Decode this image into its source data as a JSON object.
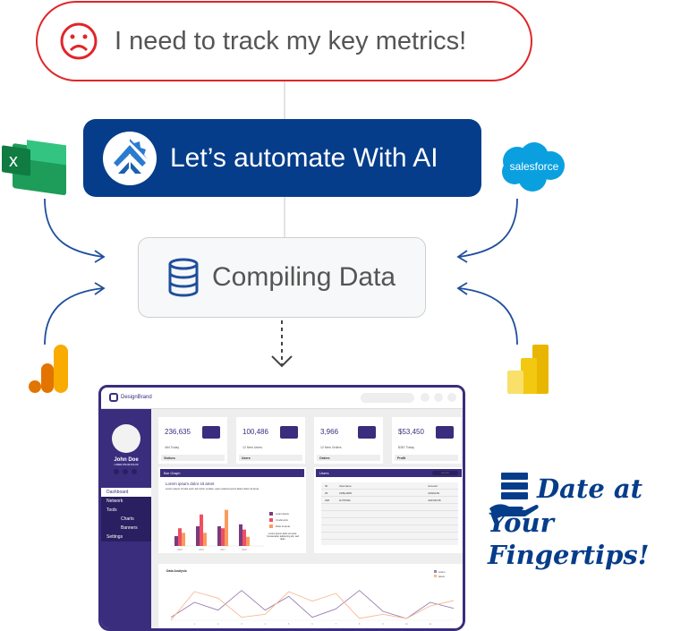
{
  "problem": {
    "text": "I need to track my key metrics!",
    "icon": "sad-face-icon",
    "color": "#e0262a"
  },
  "automate": {
    "text": "Let’s automate With AI",
    "color": "#063d8a"
  },
  "compile": {
    "text": "Compiling Data"
  },
  "sources": {
    "salesforce": "salesforce"
  },
  "tagline": {
    "line1": "Date at",
    "line2": "Your Fingertips!"
  },
  "dashboard": {
    "brand": "DesignBrand",
    "user": {
      "name": "John Doe",
      "subtitle": "LOREM IPSUM DOLOR"
    },
    "menu": [
      "Dashboard",
      "Network",
      "Tools",
      "Charts",
      "Banners",
      "Settings"
    ],
    "cards": [
      {
        "value": "236,635",
        "sub": "464 Today",
        "label": "Visitors"
      },
      {
        "value": "100,486",
        "sub": "12 New Users",
        "label": "Users"
      },
      {
        "value": "3,966",
        "sub": "12 New Orders",
        "label": "Orders"
      },
      {
        "value": "$53,450",
        "sub": "$287 Today",
        "label": "Profit"
      }
    ],
    "bar_panel": {
      "title": "Bar Graph",
      "heading": "Lorem ipsum dolor sit amet",
      "text": "Lorem ipsum Ut wisi enim ad minim veniam, quis nostrud exerci tation dolor sit amet",
      "legend": [
        "Lorem ipsum",
        "Ut wisi enim",
        "Dolor sit amet"
      ],
      "note": "Lorem ipsum dolor sit amet. Consectetur adipiscing elit, sed diam",
      "categories": [
        "2015",
        "2016",
        "2017",
        "2018"
      ],
      "series": [
        [
          15,
          30,
          30,
          33
        ],
        [
          27,
          48,
          27,
          25
        ],
        [
          20,
          20,
          55,
          14
        ]
      ],
      "ymax": 60,
      "colors": [
        "#7a3b7e",
        "#ef4f63",
        "#fb9a5e"
      ]
    },
    "users_panel": {
      "title": "Users",
      "search": "search",
      "headers": [
        "ID",
        "Username",
        "Account"
      ],
      "rows": [
        [
          "25",
          "Inif5p4005",
          "A00A24N"
        ],
        [
          "238",
          "Gz75ln5k",
          "A01S2NJ5"
        ]
      ]
    },
    "line_panel": {
      "title": "Data Analysis",
      "legend": [
        "Lorem",
        "Ipsum"
      ],
      "x": [
        "1",
        "2",
        "3",
        "4",
        "5",
        "6",
        "7",
        "8",
        "9",
        "10",
        "11"
      ],
      "series": [
        [
          5,
          30,
          17,
          50,
          17,
          40,
          5,
          19,
          50,
          15,
          3,
          30,
          20
        ],
        [
          0,
          48,
          37,
          5,
          10,
          48,
          32,
          45,
          3,
          10,
          3,
          24,
          33
        ]
      ],
      "ymax": 60,
      "colors": [
        "#9b7fb2",
        "#f9b895"
      ]
    }
  }
}
